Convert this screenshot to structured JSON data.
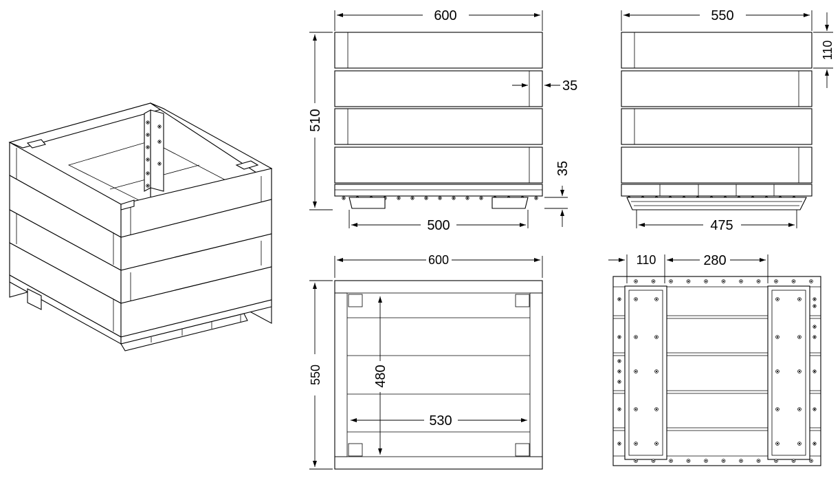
{
  "dimensions": {
    "front_width": "600",
    "front_height": "510",
    "board_gap": "35",
    "foot_height": "35",
    "front_feet_span": "500",
    "side_width": "550",
    "board_height": "110",
    "side_feet_span": "475",
    "top_width": "600",
    "top_depth": "550",
    "inner_depth": "480",
    "inner_width": "530",
    "base_edge": "110",
    "base_span": "280"
  },
  "icons": {
    "screw": "screw-icon",
    "arrow": "dimension-arrow-icon"
  }
}
